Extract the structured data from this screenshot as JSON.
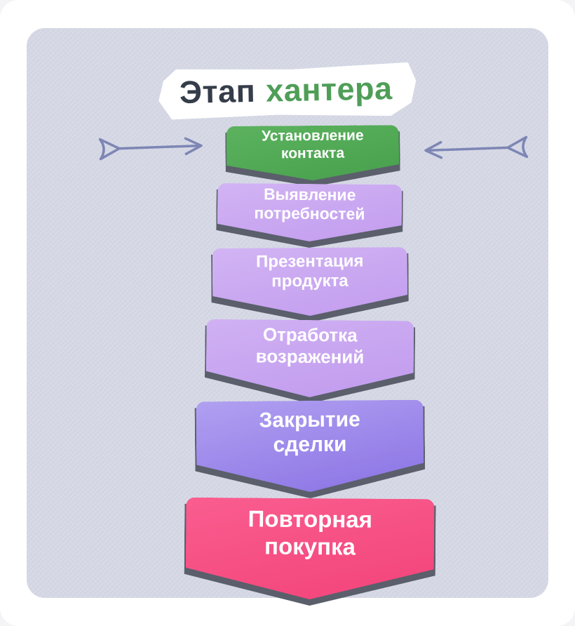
{
  "title": {
    "part1": "Этап",
    "part2": "хантера",
    "part1_color": "#353c4a",
    "part2_color": "#4f9e58",
    "highlight_color": "#ffffff"
  },
  "panel": {
    "background": "#d6d9e5"
  },
  "funnel": {
    "shadow_color": "#5a5f6b",
    "stages": [
      {
        "label": "Установление контакта",
        "color_top": "#5cb25f",
        "color_bottom": "#47a04c",
        "text_color": "#ffffff"
      },
      {
        "label": "Выявление потребностей",
        "color_top": "#d2b4f4",
        "color_bottom": "#c29cee",
        "text_color": "#ffffff"
      },
      {
        "label": "Презентация продукта",
        "color_top": "#d2b4f4",
        "color_bottom": "#c29cee",
        "text_color": "#ffffff"
      },
      {
        "label": "Отработка возражений",
        "color_top": "#d0b1f3",
        "color_bottom": "#c09aee",
        "text_color": "#ffffff"
      },
      {
        "label": "Закрытие сделки",
        "color_top": "#b0a0f1",
        "color_bottom": "#8a72e4",
        "text_color": "#ffffff"
      },
      {
        "label": "Повторная покупка",
        "color_top": "#fa5d8f",
        "color_bottom": "#f2437a",
        "text_color": "#ffffff"
      }
    ]
  },
  "decor": {
    "arrow_color": "#7d86b4"
  }
}
